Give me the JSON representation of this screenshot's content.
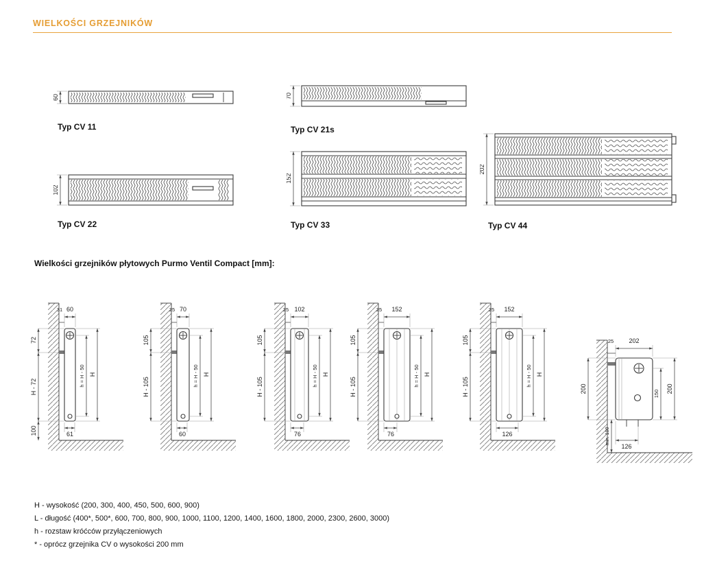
{
  "page": {
    "title": "WIELKOŚCI GRZEJNIKÓW",
    "accent_color": "#E8A33C"
  },
  "cross_sections": [
    {
      "label": "Typ CV 11",
      "depth": "60"
    },
    {
      "label": "Typ CV 21s",
      "depth": "70"
    },
    {
      "label": "Typ CV 22",
      "depth": "102"
    },
    {
      "label": "Typ CV 33",
      "depth": "152"
    },
    {
      "label": "Typ CV 44",
      "depth": "202"
    }
  ],
  "side_views": {
    "heading": "Wielkości grzejników płytowych Purmo Ventil Compact [mm]:",
    "diagrams": [
      {
        "depth": "60",
        "wall_gap": "31",
        "top_offset": "72",
        "mid_height": "H - 72",
        "bottom_clearance": "100",
        "base_width": "61",
        "pipe_spacing": "h = H - 50",
        "total_height": "H"
      },
      {
        "depth": "70",
        "wall_gap": "25",
        "top_offset": "105",
        "mid_height": "H - 105",
        "base_width": "60",
        "pipe_spacing": "h = H - 50",
        "total_height": "H"
      },
      {
        "depth": "102",
        "wall_gap": "25",
        "top_offset": "105",
        "mid_height": "H - 105",
        "base_width": "76",
        "pipe_spacing": "h = H - 50",
        "total_height": "H"
      },
      {
        "depth": "152",
        "wall_gap": "25",
        "top_offset": "105",
        "mid_height": "H - 105",
        "base_width": "76",
        "pipe_spacing": "h = H - 50",
        "total_height": "H"
      },
      {
        "depth": "152",
        "wall_gap": "25",
        "top_offset": "105",
        "mid_height": "H - 105",
        "base_width": "126",
        "pipe_spacing": "h = H - 50",
        "total_height": "H"
      }
    ],
    "corner_view": {
      "depth": "202",
      "wall_gap": "25",
      "wall_height": "200",
      "inner_height": "150",
      "outer_height": "200",
      "min_clearance": "min. 100",
      "base_width": "126"
    }
  },
  "legend": {
    "lines": [
      "H - wysokość (200, 300, 400, 450, 500, 600, 900)",
      "L - długość (400*, 500*, 600, 700, 800, 900, 1000, 1100, 1200, 1400, 1600, 1800, 2000, 2300, 2600, 3000)",
      "h - rozstaw króćców przyłączeniowych",
      "* - oprócz grzejnika CV o wysokości 200 mm"
    ]
  }
}
